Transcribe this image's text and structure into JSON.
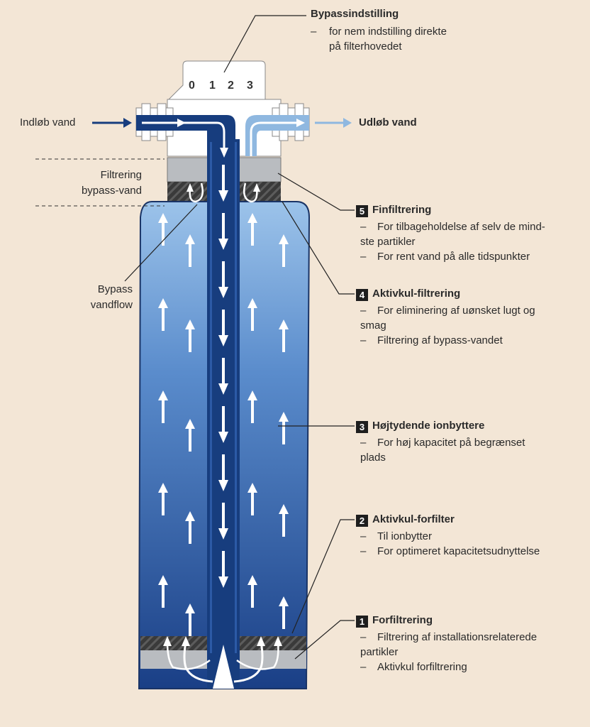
{
  "bypass_setting": {
    "title": "Bypassindstilling",
    "line1": "for nem indstilling direkte",
    "line2": "på filterhovedet",
    "dial": [
      "0",
      "1",
      "2",
      "3"
    ]
  },
  "inlet_label": "Indløb vand",
  "outlet_label": "Udløb vand",
  "filtering_bypass_label": [
    "Filtrering",
    "bypass-vand"
  ],
  "bypass_flow_label": [
    "Bypass",
    "vandflow"
  ],
  "stages": [
    {
      "number": "5",
      "title": "Finfiltrering",
      "items": [
        [
          "For tilbageholdelse af selv de mind-",
          "ste partikler"
        ],
        [
          "For rent vand på alle tidspunkter"
        ]
      ]
    },
    {
      "number": "4",
      "title": "Aktivkul-filtrering",
      "items": [
        [
          "For eliminering af uønsket lugt og",
          "smag"
        ],
        [
          "Filtrering af bypass-vandet"
        ]
      ]
    },
    {
      "number": "3",
      "title": "Højtydende ionbyttere",
      "items": [
        [
          "For høj kapacitet på begrænset",
          "plads"
        ]
      ]
    },
    {
      "number": "2",
      "title": "Aktivkul-forfilter",
      "items": [
        [
          "Til ionbytter"
        ],
        [
          "For optimeret kapacitetsudnyttelse"
        ]
      ]
    },
    {
      "number": "1",
      "title": "Forfiltrering",
      "items": [
        [
          "Filtrering af installationsrelaterede",
          "partikler"
        ],
        [
          "Aktivkul forfiltrering"
        ]
      ]
    }
  ],
  "colors": {
    "background": "#f3e6d6",
    "cartridge_top": "#8fb8e0",
    "cartridge_bottom": "#1a3f86",
    "core_tube": "#173d7e",
    "head": "#ffffff"
  }
}
